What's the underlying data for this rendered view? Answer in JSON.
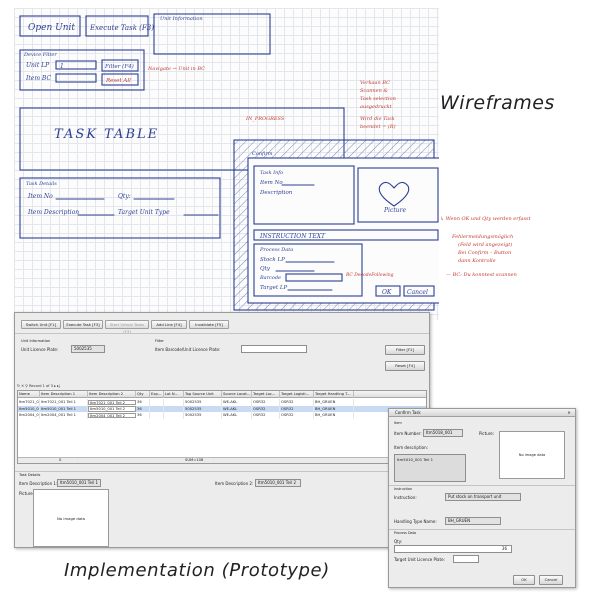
{
  "captions": {
    "wireframes": "Wireframes",
    "implementation": "Implementation (Prototype)"
  },
  "sketch": {
    "open_unit": "Open Unit",
    "execute_task": "Execute Task (F3)",
    "unit_information": "Unit Information",
    "device_filter": "Device Filter",
    "unit_lp": "Unit LP",
    "unit_lp_value": "1",
    "item_bc": "Item BC",
    "filter_btn": "Filter (F4)",
    "reset_btn": "Reset All",
    "navigate_note": "Navigate → Unit in BC",
    "task_table": "TASK TABLE",
    "in_progress": "IN_PROGRESS",
    "task_details": "Task Details",
    "item_no": "Item No",
    "qty": "Qty:",
    "item_description": "Item Description",
    "target_unit_type": "Target Unit Type",
    "notes_right": [
      "Verkaan BC",
      "Scannen &",
      "Task selection",
      "ausgedruckt",
      "Wird die Task",
      "beendet = (R)"
    ],
    "confirm": "Confirm",
    "task_info": "Task Info",
    "item_no2": "Item No",
    "description": "Description",
    "picture": "Picture",
    "instruction_text": "INSTRUCTION TEXT",
    "process_data": "Process Data",
    "stock_lp": "Stock LP",
    "qty2": "Qty",
    "barcode": "Barcode",
    "target_lp": "Target LP",
    "ok": "OK",
    "cancel": "Cancel",
    "bc_note": "BC DecodeFollowing",
    "notes_bottom": [
      "↳ Wenn OK und Qty werden erfasst",
      "Fehlermeldungsmöglich",
      "(Feld wird angezeigt)",
      "Bei Confirm – Button",
      "dann Kontrolle",
      "— BC: Du konntest scannen"
    ]
  },
  "proto": {
    "toolbar": [
      "Switch Unit [F1]",
      "Execute Task [F3]",
      "Start Virtual Tasks [F3]",
      "Add Line [F4]",
      "Invalidate [F5]"
    ],
    "unit_info_title": "Unit Information",
    "unit_license_plate_label": "Unit Licence Plate:",
    "unit_license_plate_value": "5002535",
    "filter_title": "Filter",
    "item_barcode_label": "Item Barcode/Unit Licence Plate:",
    "filter_button": "Filter [F2]",
    "reset_button": "Reset [F4]",
    "grid_tools": "↻  ✕  ⚲   Record 1 of 3   ▸   ▸|",
    "columns": [
      "Name",
      "Item Description 1",
      "Item Description 2",
      "Qty",
      "Exp...",
      "Lot N...",
      "Top Source Unit",
      "Source Locat...",
      "Target Loc...",
      "Target Logisti...",
      "Target Handling T..."
    ],
    "rows": [
      [
        "Itm7021_001",
        "Itm7021_001 Teil 1",
        "Itm7021_001 Teil 2",
        "36",
        "",
        "",
        "5002535",
        "WE-AKL",
        "OSR32",
        "OSR32",
        "BH_GRUEN"
      ],
      [
        "Itm5010_001",
        "Itm5010_001 Teil 1",
        "Itm5010_001 Teil 2",
        "36",
        "",
        "",
        "5002535",
        "WE-AKL",
        "OSR32",
        "OSR32",
        "BH_GRUEN"
      ],
      [
        "Itm2004_001",
        "Itm2004_001 Teil 1",
        "Itm2004_001 Teil 2",
        "36",
        "",
        "",
        "5002535",
        "WE-AKL",
        "OSR32",
        "OSR32",
        "BH_GRUEN"
      ]
    ],
    "footer_sum": "0",
    "footer_unit": "SUM=108",
    "task_details": "Task Details",
    "item_description_1_label": "Item Description 1:",
    "item_description_1_value": "Itm5010_001 Teil 1",
    "item_description_2_label": "Item Description 2:",
    "item_description_2_value": "Itm5010_001 Teil 2",
    "picture_label": "Picture:",
    "no_image": "No image data"
  },
  "dialog": {
    "title": "Confirm Task",
    "close": "✕",
    "item_section": "Item",
    "item_number_label": "Item Number:",
    "item_number_value": "Itm5018_001",
    "picture_label": "Picture:",
    "no_image": "No image data",
    "item_description_label": "Item description:",
    "item_description_value": "Itm5010_001 Teil 1",
    "instruction_section": "Instruction",
    "instruction_label": "Instruction:",
    "instruction_value": "Put stock on transport unit",
    "handling_type_label": "Handling Type Name:",
    "handling_type_value": "BH_GRUEN",
    "process_section": "Process Data",
    "qty_label": "Qty:",
    "qty_value": "36",
    "target_lp_label": "Target Unit Licence Plate:",
    "ok": "OK",
    "cancel": "Cancel"
  }
}
